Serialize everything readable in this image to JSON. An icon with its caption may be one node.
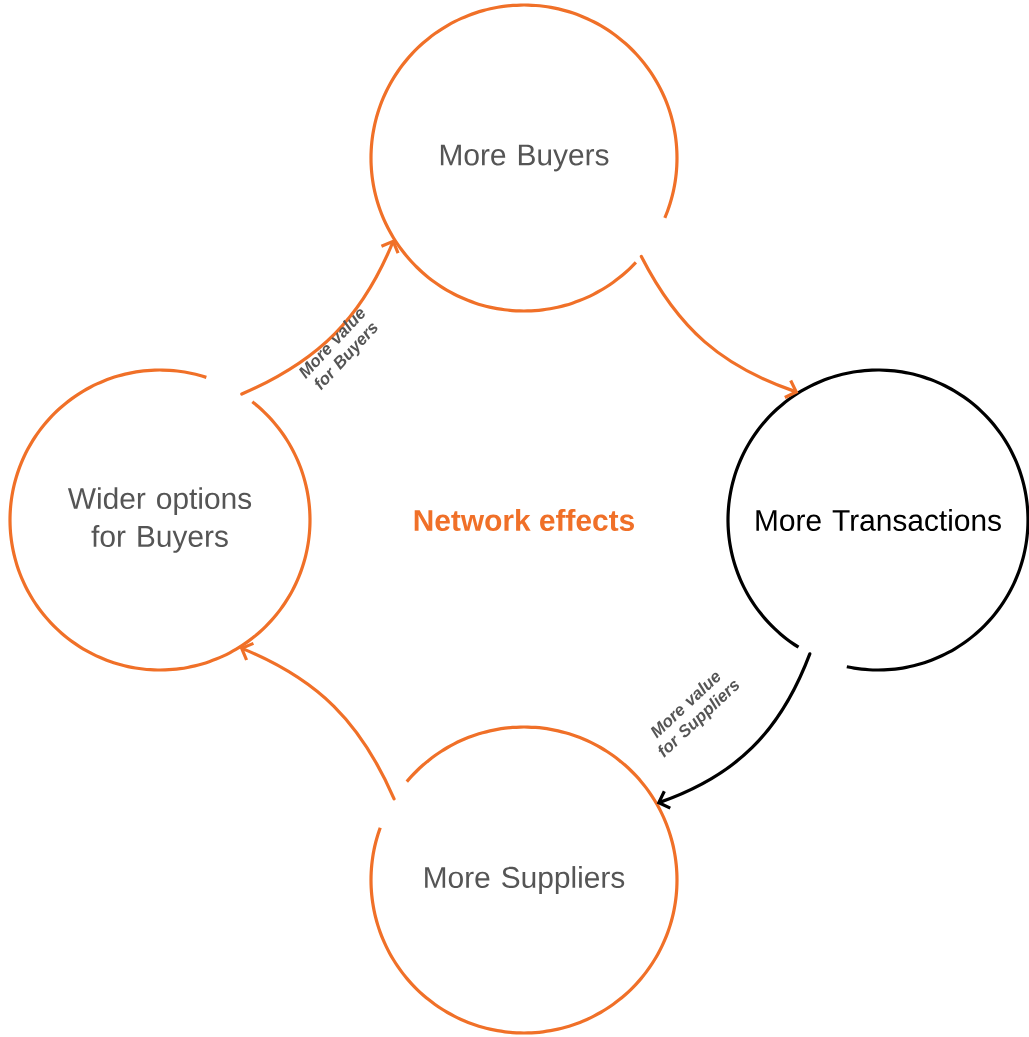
{
  "diagram": {
    "title": "Network effects",
    "nodes": [
      {
        "text": [
          "More Buyers"
        ]
      },
      {
        "text": [
          "More Transactions"
        ]
      },
      {
        "text": [
          "More Suppliers"
        ]
      },
      {
        "text": [
          "Wider options for Buyers"
        ]
      }
    ],
    "edges": [
      {
        "from": 0,
        "to": 1,
        "arrow": "to"
      },
      {
        "from": 1,
        "to": 2,
        "arrow": "to",
        "label": "More value for Suppliers",
        "color": "#000000"
      },
      {
        "from": 2,
        "to": 3,
        "arrow": "to"
      },
      {
        "from": 3,
        "to": 0,
        "arrow": "to",
        "label": "More value for Buyers"
      }
    ]
  }
}
